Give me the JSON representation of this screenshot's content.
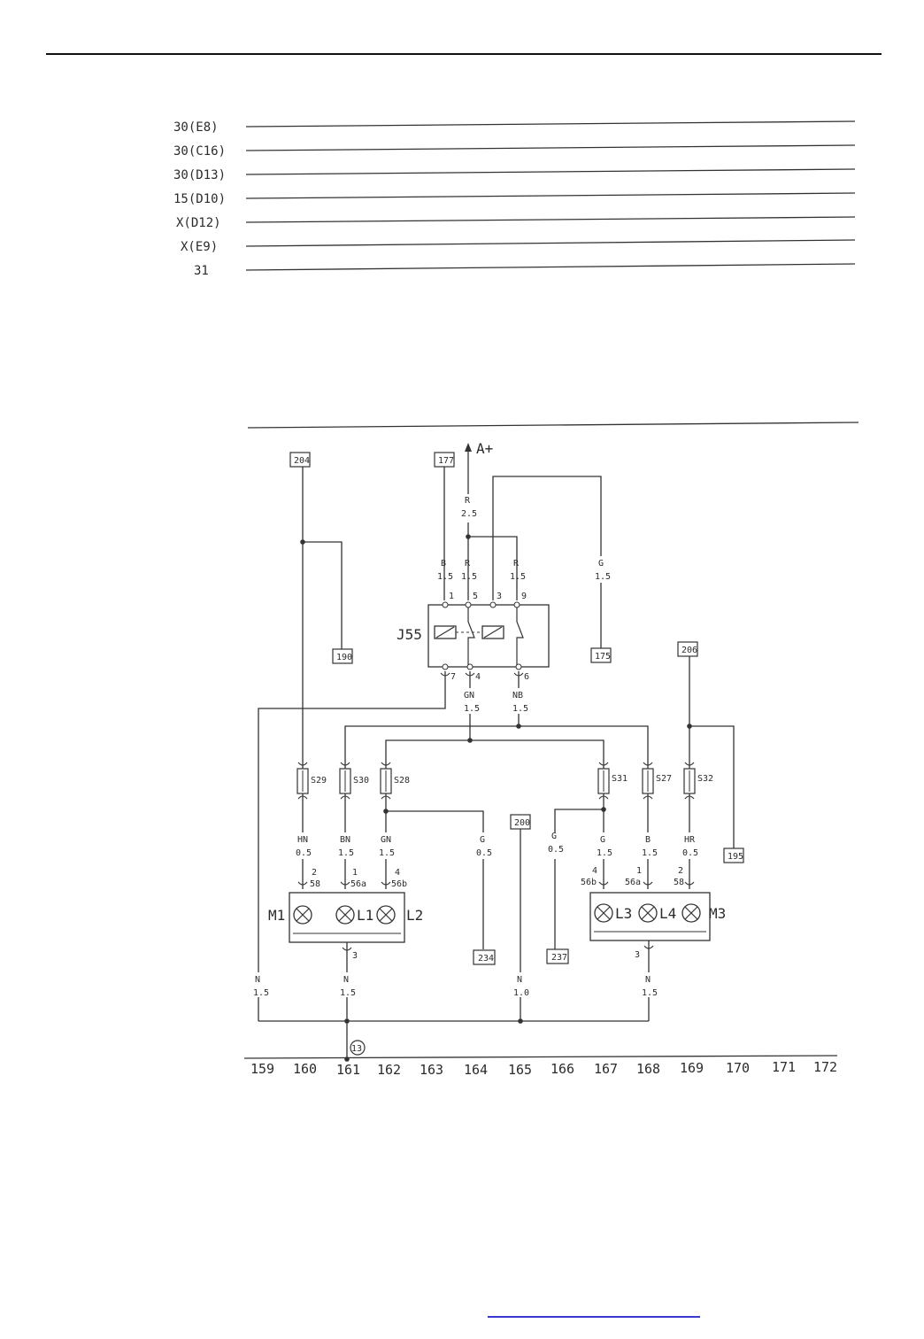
{
  "bus_lines": [
    "30(E8)",
    "30(C16)",
    "30(D13)",
    "15(D10)",
    "X(D12)",
    "X(E9)",
    "31"
  ],
  "refs": {
    "r204": "204",
    "r177": "177",
    "r190": "190",
    "r175": "175",
    "r206": "206",
    "r200": "200",
    "r195": "195",
    "r234": "234",
    "r237": "237"
  },
  "supply": "A+",
  "relay": {
    "label": "J55",
    "pins": {
      "p1": "1",
      "p5": "5",
      "p3": "3",
      "p9": "9",
      "p7": "7",
      "p4": "4",
      "p6": "6"
    }
  },
  "wires": {
    "w_r25": [
      "R",
      "2.5"
    ],
    "w_b15": [
      "B",
      "1.5"
    ],
    "w_r15a": [
      "R",
      "1.5"
    ],
    "w_r15b": [
      "R",
      "1.5"
    ],
    "w_g15": [
      "G",
      "1.5"
    ],
    "w_gn15": [
      "GN",
      "1.5"
    ],
    "w_nb15": [
      "NB",
      "1.5"
    ],
    "w_hn05": [
      "HN",
      "0.5"
    ],
    "w_bn15": [
      "BN",
      "1.5"
    ],
    "w_gn15b": [
      "GN",
      "1.5"
    ],
    "w_g05a": [
      "G",
      "0.5"
    ],
    "w_g05b": [
      "G",
      "0.5"
    ],
    "w_g15b": [
      "G",
      "1.5"
    ],
    "w_b15b": [
      "B",
      "1.5"
    ],
    "w_hr05": [
      "HR",
      "0.5"
    ],
    "w_n15a": [
      "N",
      "1.5"
    ],
    "w_n15b": [
      "N",
      "1.5"
    ],
    "w_n10": [
      "N",
      "1.0"
    ],
    "w_n15c": [
      "N",
      "1.5"
    ]
  },
  "fuses": {
    "s29": "S29",
    "s30": "S30",
    "s28": "S28",
    "s31": "S31",
    "s27": "S27",
    "s32": "S32"
  },
  "lamps": {
    "m1": "M1",
    "l1": "L1",
    "l2": "L2",
    "l3": "L3",
    "l4": "L4",
    "m3": "M3"
  },
  "lamp_pins": {
    "a1": "2",
    "a2": "58",
    "b1": "1",
    "b2": "56a",
    "c1": "4",
    "c2": "56b",
    "d1": "3",
    "e1": "4",
    "e2": "56b",
    "f1": "1",
    "f2": "56a",
    "g1": "2",
    "g2": "58",
    "h1": "3"
  },
  "ground": "13",
  "axis": [
    "159",
    "160",
    "161",
    "162",
    "163",
    "164",
    "165",
    "166",
    "167",
    "168",
    "169",
    "170",
    "171",
    "172"
  ]
}
